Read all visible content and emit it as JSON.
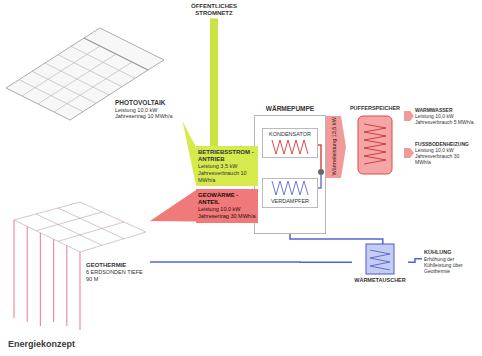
{
  "diagram": {
    "caption": "Energiekonzept",
    "nodes": [
      {
        "text": [
          "ÖFFENTLICHES STROMNETZ"
        ]
      },
      {
        "text": [
          "PHOTOVOLTAIK",
          "Leistung 10,0 kW Jahresertrag 10 MWh/a"
        ]
      },
      {
        "text": [
          "WÄRMEPUMPE"
        ]
      },
      {
        "text": [
          "KONDENSATOR"
        ],
        "in": 2
      },
      {
        "text": [
          "VERDAMPFER"
        ],
        "in": 2
      },
      {
        "text": [
          "BETRIEBSSTROM - ANTRIEB",
          "Leistung 3,5 kW Jahresverbrauch 10 MWh/a"
        ]
      },
      {
        "text": [
          "GEOWÄRME - ANTEIL",
          "Leistung 10,0 kW Jahresertrag 30 MWh/a"
        ]
      },
      {
        "text": [
          "PUFFERSPEICHER"
        ]
      },
      {
        "text": [
          "WARMWASSER",
          "Leistung 10,0 kW Jahresverbrauch 5 MWh/a"
        ]
      },
      {
        "text": [
          "FUSSBODENHEIZUNG",
          "Leistung 10,0 kW Jahresverbrauch 30 MWh/a"
        ]
      },
      {
        "text": [
          "GEOTHERMIE",
          "6 ERDSONDEN TIEFE 90 M"
        ]
      },
      {
        "text": [
          "WÄRMETAUSCHER"
        ]
      },
      {
        "text": [
          "KÜHLUNG",
          "Erhöhung der Kühlleistung über Geothermie"
        ]
      }
    ],
    "edges": [
      {
        "from": 0,
        "to": 5,
        "arrow": "none"
      },
      {
        "from": 1,
        "to": 5,
        "arrow": "none"
      },
      {
        "from": 10,
        "to": 6,
        "arrow": "none"
      },
      {
        "from": 2,
        "to": 7,
        "arrow": "to",
        "label": "Wärmeleistung 13,5 kW"
      },
      {
        "from": 7,
        "to": 8,
        "arrow": "to"
      },
      {
        "from": 7,
        "to": 9,
        "arrow": "to"
      },
      {
        "from": 2,
        "to": 11,
        "arrow": "none"
      },
      {
        "from": 10,
        "to": 11,
        "arrow": "none"
      },
      {
        "from": 11,
        "to": 12,
        "arrow": "none"
      }
    ]
  }
}
